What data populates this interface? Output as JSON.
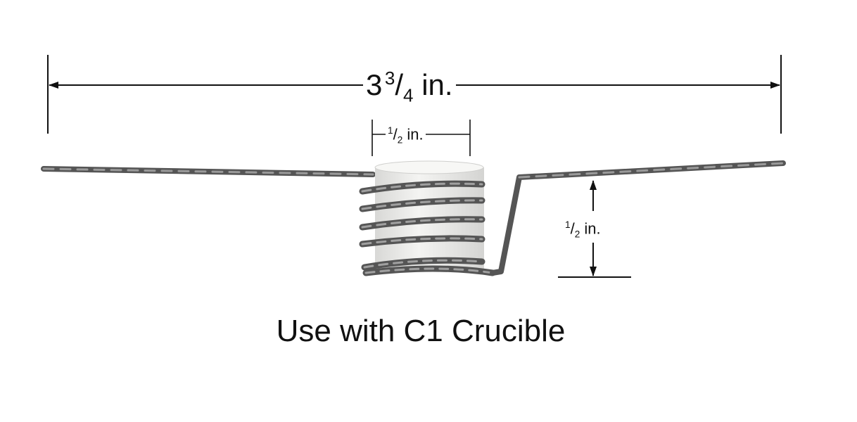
{
  "dimensions": {
    "overall_length": {
      "whole": "3",
      "num": "3",
      "den": "4",
      "unit": "in."
    },
    "crucible_diameter": {
      "num": "1",
      "den": "2",
      "unit": "in."
    },
    "coil_height": {
      "num": "1",
      "den": "2",
      "unit": "in."
    }
  },
  "caption": "Use with C1 Crucible",
  "colors": {
    "wire": "#6b6b6b",
    "crucible": "#ececea",
    "line": "#111111"
  }
}
